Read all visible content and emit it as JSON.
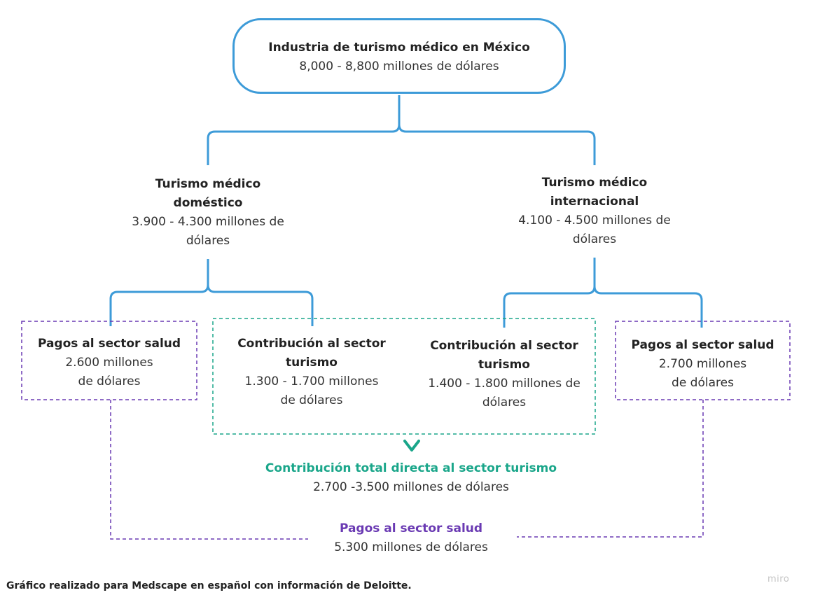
{
  "root": {
    "title": "Industria de turismo médico en México",
    "value": "8,000 - 8,800 millones de dólares"
  },
  "domestic": {
    "title_line1": "Turismo médico",
    "title_line2": "doméstico",
    "value_line1": "3.900 - 4.300 millones de",
    "value_line2": "dólares",
    "health": {
      "title": "Pagos al sector salud",
      "value_line1": "2.600 millones",
      "value_line2": "de dólares"
    },
    "tourism": {
      "title_line1": "Contribución al sector",
      "title_line2": "turismo",
      "value_line1": "1.300 - 1.700 millones",
      "value_line2": "de dólares"
    }
  },
  "international": {
    "title_line1": "Turismo médico",
    "title_line2": "internacional",
    "value_line1": "4.100 - 4.500  millones de",
    "value_line2": "dólares",
    "tourism": {
      "title_line1": "Contribución al sector",
      "title_line2": "turismo",
      "value_line1": "1.400 - 1.800 millones de",
      "value_line2": "dólares"
    },
    "health": {
      "title": "Pagos al sector salud",
      "value_line1": "2.700 millones",
      "value_line2": "de dólares"
    }
  },
  "total_tourism": {
    "title": "Contribución total directa al sector turismo",
    "value": "2.700 -3.500 millones de dólares"
  },
  "total_health": {
    "title": "Pagos al sector salud",
    "value": "5.300 millones de dólares"
  },
  "footer": "Gráfico realizado para Medscape en español con información de Deloitte.",
  "watermark": "miro",
  "colors": {
    "connector": "#3d9bd8",
    "tourism_group": "#1aa68a",
    "health_group": "#6a3ab3"
  }
}
